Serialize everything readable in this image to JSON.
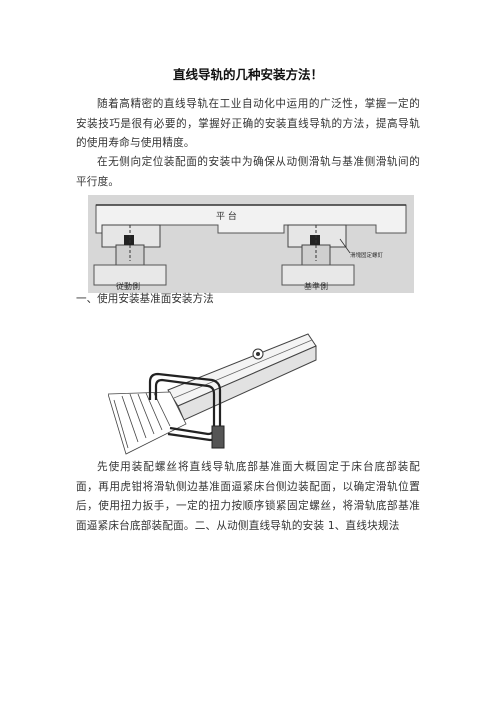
{
  "title": "直线导轨的几种安装方法！",
  "paragraphs": [
    "随着高精密的直线导轨在工业自动化中运用的广泛性，掌握一定的安装技巧是很有必要的，掌握好正确的安装直线导轨的方法，提高导轨的使用寿命与使用精度。",
    "在无侧向定位装配面的安装中为确保从动侧滑轨与基准侧滑轨间的平行度。",
    "先使用装配螺丝将直线导轨底部基准面大概固定于床台底部装配面，再用虎钳将滑轨侧边基准面逼紧床台侧边装配面，以确定滑轨位置后，使用扭力扳手，一定的扭力按顺序锁紧固定螺丝，将滑轨底部基准面逼紧床台底部装配面。二、从动侧直线导轨的安装 1、直线块规法"
  ],
  "section_heading": "一、使用安装基准面安装方法",
  "figure1": {
    "platform_label": "平 台",
    "left_label": "従動側",
    "right_label": "基準側",
    "callout_label": "滑塊固定螺釘"
  }
}
